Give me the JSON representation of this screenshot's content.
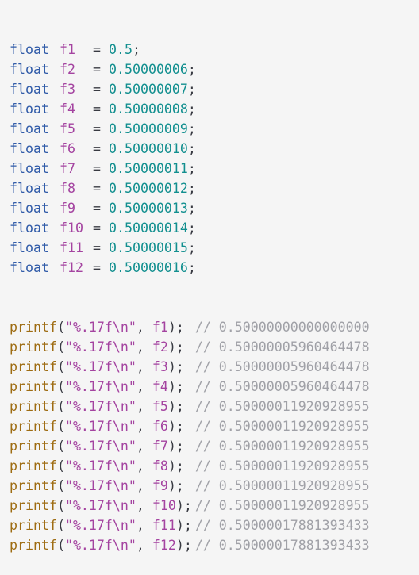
{
  "declarations": [
    {
      "keyword": "float",
      "name": "f1",
      "op": "=",
      "value": "0.5",
      "end": ";"
    },
    {
      "keyword": "float",
      "name": "f2",
      "op": "=",
      "value": "0.50000006",
      "end": ";"
    },
    {
      "keyword": "float",
      "name": "f3",
      "op": "=",
      "value": "0.50000007",
      "end": ";"
    },
    {
      "keyword": "float",
      "name": "f4",
      "op": "=",
      "value": "0.50000008",
      "end": ";"
    },
    {
      "keyword": "float",
      "name": "f5",
      "op": "=",
      "value": "0.50000009",
      "end": ";"
    },
    {
      "keyword": "float",
      "name": "f6",
      "op": "=",
      "value": "0.50000010",
      "end": ";"
    },
    {
      "keyword": "float",
      "name": "f7",
      "op": "=",
      "value": "0.50000011",
      "end": ";"
    },
    {
      "keyword": "float",
      "name": "f8",
      "op": "=",
      "value": "0.50000012",
      "end": ";"
    },
    {
      "keyword": "float",
      "name": "f9",
      "op": "=",
      "value": "0.50000013",
      "end": ";"
    },
    {
      "keyword": "float",
      "name": "f10",
      "op": "=",
      "value": "0.50000014",
      "end": ";"
    },
    {
      "keyword": "float",
      "name": "f11",
      "op": "=",
      "value": "0.50000015",
      "end": ";"
    },
    {
      "keyword": "float",
      "name": "f12",
      "op": "=",
      "value": "0.50000016",
      "end": ";"
    }
  ],
  "calls": [
    {
      "fn": "printf",
      "open": "(",
      "format": "\"%.17f\\n\"",
      "comma": ", ",
      "arg": "f1",
      "close": ");",
      "comment": "// 0.50000000000000000"
    },
    {
      "fn": "printf",
      "open": "(",
      "format": "\"%.17f\\n\"",
      "comma": ", ",
      "arg": "f2",
      "close": ");",
      "comment": "// 0.50000005960464478"
    },
    {
      "fn": "printf",
      "open": "(",
      "format": "\"%.17f\\n\"",
      "comma": ", ",
      "arg": "f3",
      "close": ");",
      "comment": "// 0.50000005960464478"
    },
    {
      "fn": "printf",
      "open": "(",
      "format": "\"%.17f\\n\"",
      "comma": ", ",
      "arg": "f4",
      "close": ");",
      "comment": "// 0.50000005960464478"
    },
    {
      "fn": "printf",
      "open": "(",
      "format": "\"%.17f\\n\"",
      "comma": ", ",
      "arg": "f5",
      "close": ");",
      "comment": "// 0.50000011920928955"
    },
    {
      "fn": "printf",
      "open": "(",
      "format": "\"%.17f\\n\"",
      "comma": ", ",
      "arg": "f6",
      "close": ");",
      "comment": "// 0.50000011920928955"
    },
    {
      "fn": "printf",
      "open": "(",
      "format": "\"%.17f\\n\"",
      "comma": ", ",
      "arg": "f7",
      "close": ");",
      "comment": "// 0.50000011920928955"
    },
    {
      "fn": "printf",
      "open": "(",
      "format": "\"%.17f\\n\"",
      "comma": ", ",
      "arg": "f8",
      "close": ");",
      "comment": "// 0.50000011920928955"
    },
    {
      "fn": "printf",
      "open": "(",
      "format": "\"%.17f\\n\"",
      "comma": ", ",
      "arg": "f9",
      "close": ");",
      "comment": "// 0.50000011920928955"
    },
    {
      "fn": "printf",
      "open": "(",
      "format": "\"%.17f\\n\"",
      "comma": ", ",
      "arg": "f10",
      "close": ");",
      "comment": "// 0.50000011920928955"
    },
    {
      "fn": "printf",
      "open": "(",
      "format": "\"%.17f\\n\"",
      "comma": ", ",
      "arg": "f11",
      "close": ");",
      "comment": "// 0.50000017881393433"
    },
    {
      "fn": "printf",
      "open": "(",
      "format": "\"%.17f\\n\"",
      "comma": ", ",
      "arg": "f12",
      "close": ");",
      "comment": "// 0.50000017881393433"
    }
  ],
  "colors": {
    "background": "#f5f5f5",
    "keyword": "#2f5aa8",
    "variable": "#a443a0",
    "number": "#128f8f",
    "function": "#9e6c12",
    "comment": "#a0a1a7",
    "default": "#383a42"
  }
}
